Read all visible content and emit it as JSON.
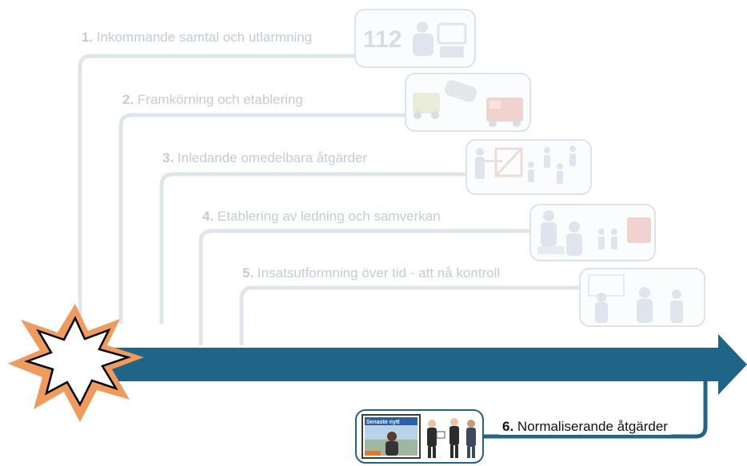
{
  "steps": [
    {
      "number": "1.",
      "text": "Inkommande samtal och utlarmning"
    },
    {
      "number": "2.",
      "text": "Framkörning och etablering"
    },
    {
      "number": "3.",
      "text": "Inledande omedelbara åtgärder"
    },
    {
      "number": "4.",
      "text": "Etablering av ledning och samverkan"
    },
    {
      "number": "5.",
      "text": "Insatsutformning över tid - att nå kontroll"
    }
  ],
  "active_step": {
    "number": "6.",
    "text": "Normaliserande åtgärder"
  },
  "illustrations": {
    "emergency_number": "112",
    "tv_headline": "Senaste nytt"
  },
  "icons": {
    "start": "explosion-burst-icon",
    "step1": "emergency-call-icon",
    "step2": "vehicles-icon",
    "step3": "cordon-icon",
    "step4": "command-icon",
    "step5": "planning-icon",
    "step6": "news-broadcast-icon"
  },
  "colors": {
    "timeline": "#1f6587",
    "faded_line": "#dfe5ec",
    "faded_text": "#c3ccd8",
    "burst_outline": "#f09a5c",
    "burst_fill": "#ffffff"
  }
}
